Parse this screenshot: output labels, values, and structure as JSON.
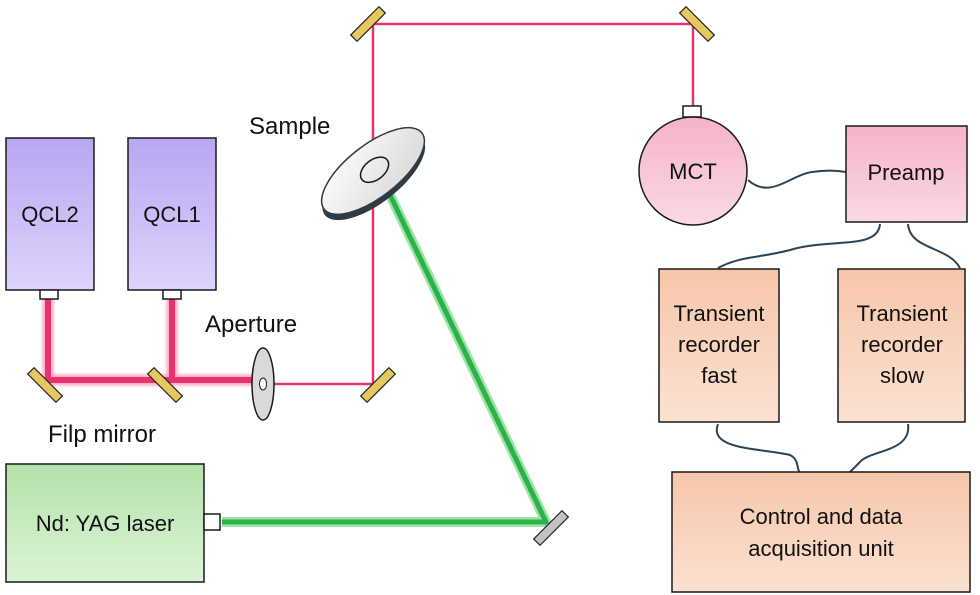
{
  "labels": {
    "sample": "Sample",
    "aperture": "Aperture",
    "flip_mirror": "Filp mirror"
  },
  "components": {
    "qcl2": "QCL2",
    "qcl1": "QCL1",
    "nd_yag": "Nd: YAG laser",
    "mct": "MCT",
    "preamp": "Preamp",
    "recorder_fast": [
      "Transient",
      "recorder",
      "fast"
    ],
    "recorder_slow": [
      "Transient",
      "recorder",
      "slow"
    ],
    "control": [
      "Control and data",
      "acquisition unit"
    ]
  },
  "colors": {
    "ir_beam": "#e8336e",
    "pump_beam": "#2bb34a",
    "qcl_fill": "#c7b8f5",
    "laser_fill": "#c5e9bd",
    "detector_fill": "#f7c3d2",
    "electronics_fill": "#f9d3bd",
    "mirror_gold": "#e6c860",
    "cable": "#2c4456"
  }
}
